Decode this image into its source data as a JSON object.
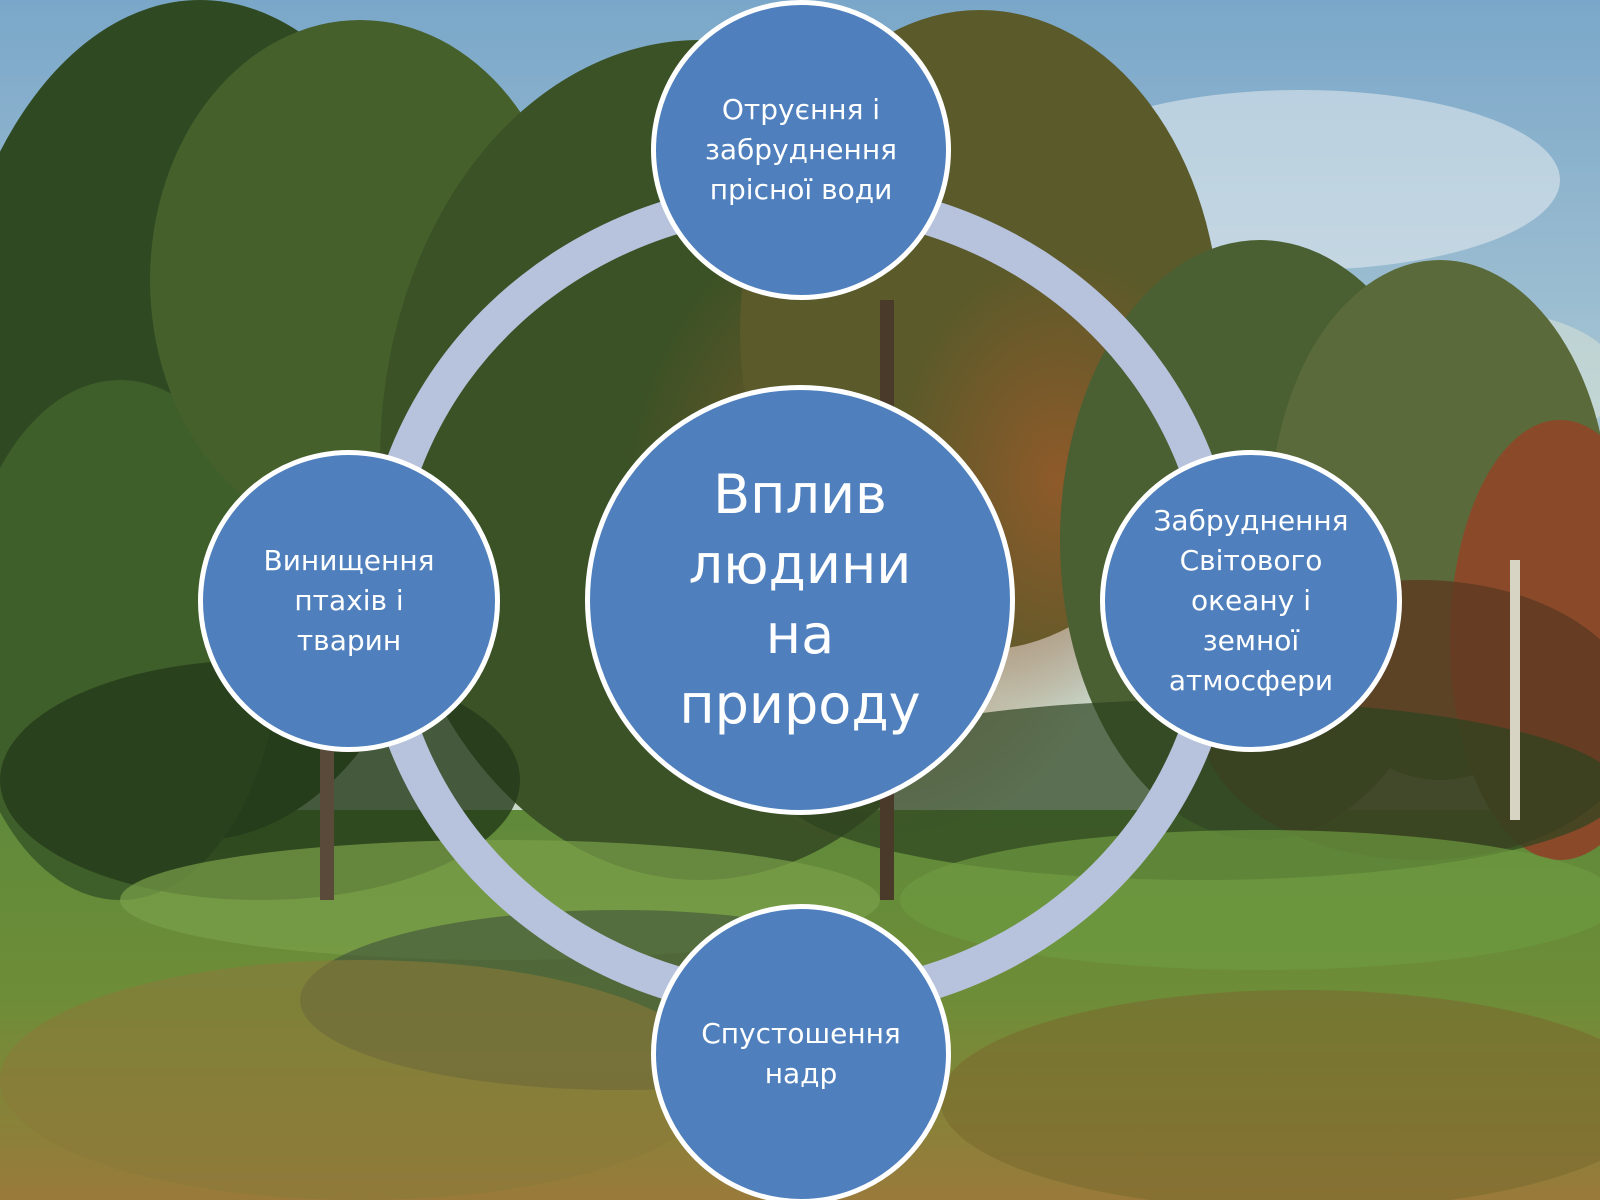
{
  "diagram": {
    "center": "Вплив\nлюдини\nна\nприроду",
    "top": "Отруєння і\nзабруднення\nпрісної води",
    "right": "Забруднення\nСвітового\nокеану і\nземної\nатмосфери",
    "bottom": "Спустошення\nнадр",
    "left": "Винищення\nптахів і\nтварин"
  },
  "colors": {
    "node_fill": "#4f80bd",
    "node_border": "#ffffff",
    "ring": "#b7c2dc",
    "text": "#ffffff"
  }
}
